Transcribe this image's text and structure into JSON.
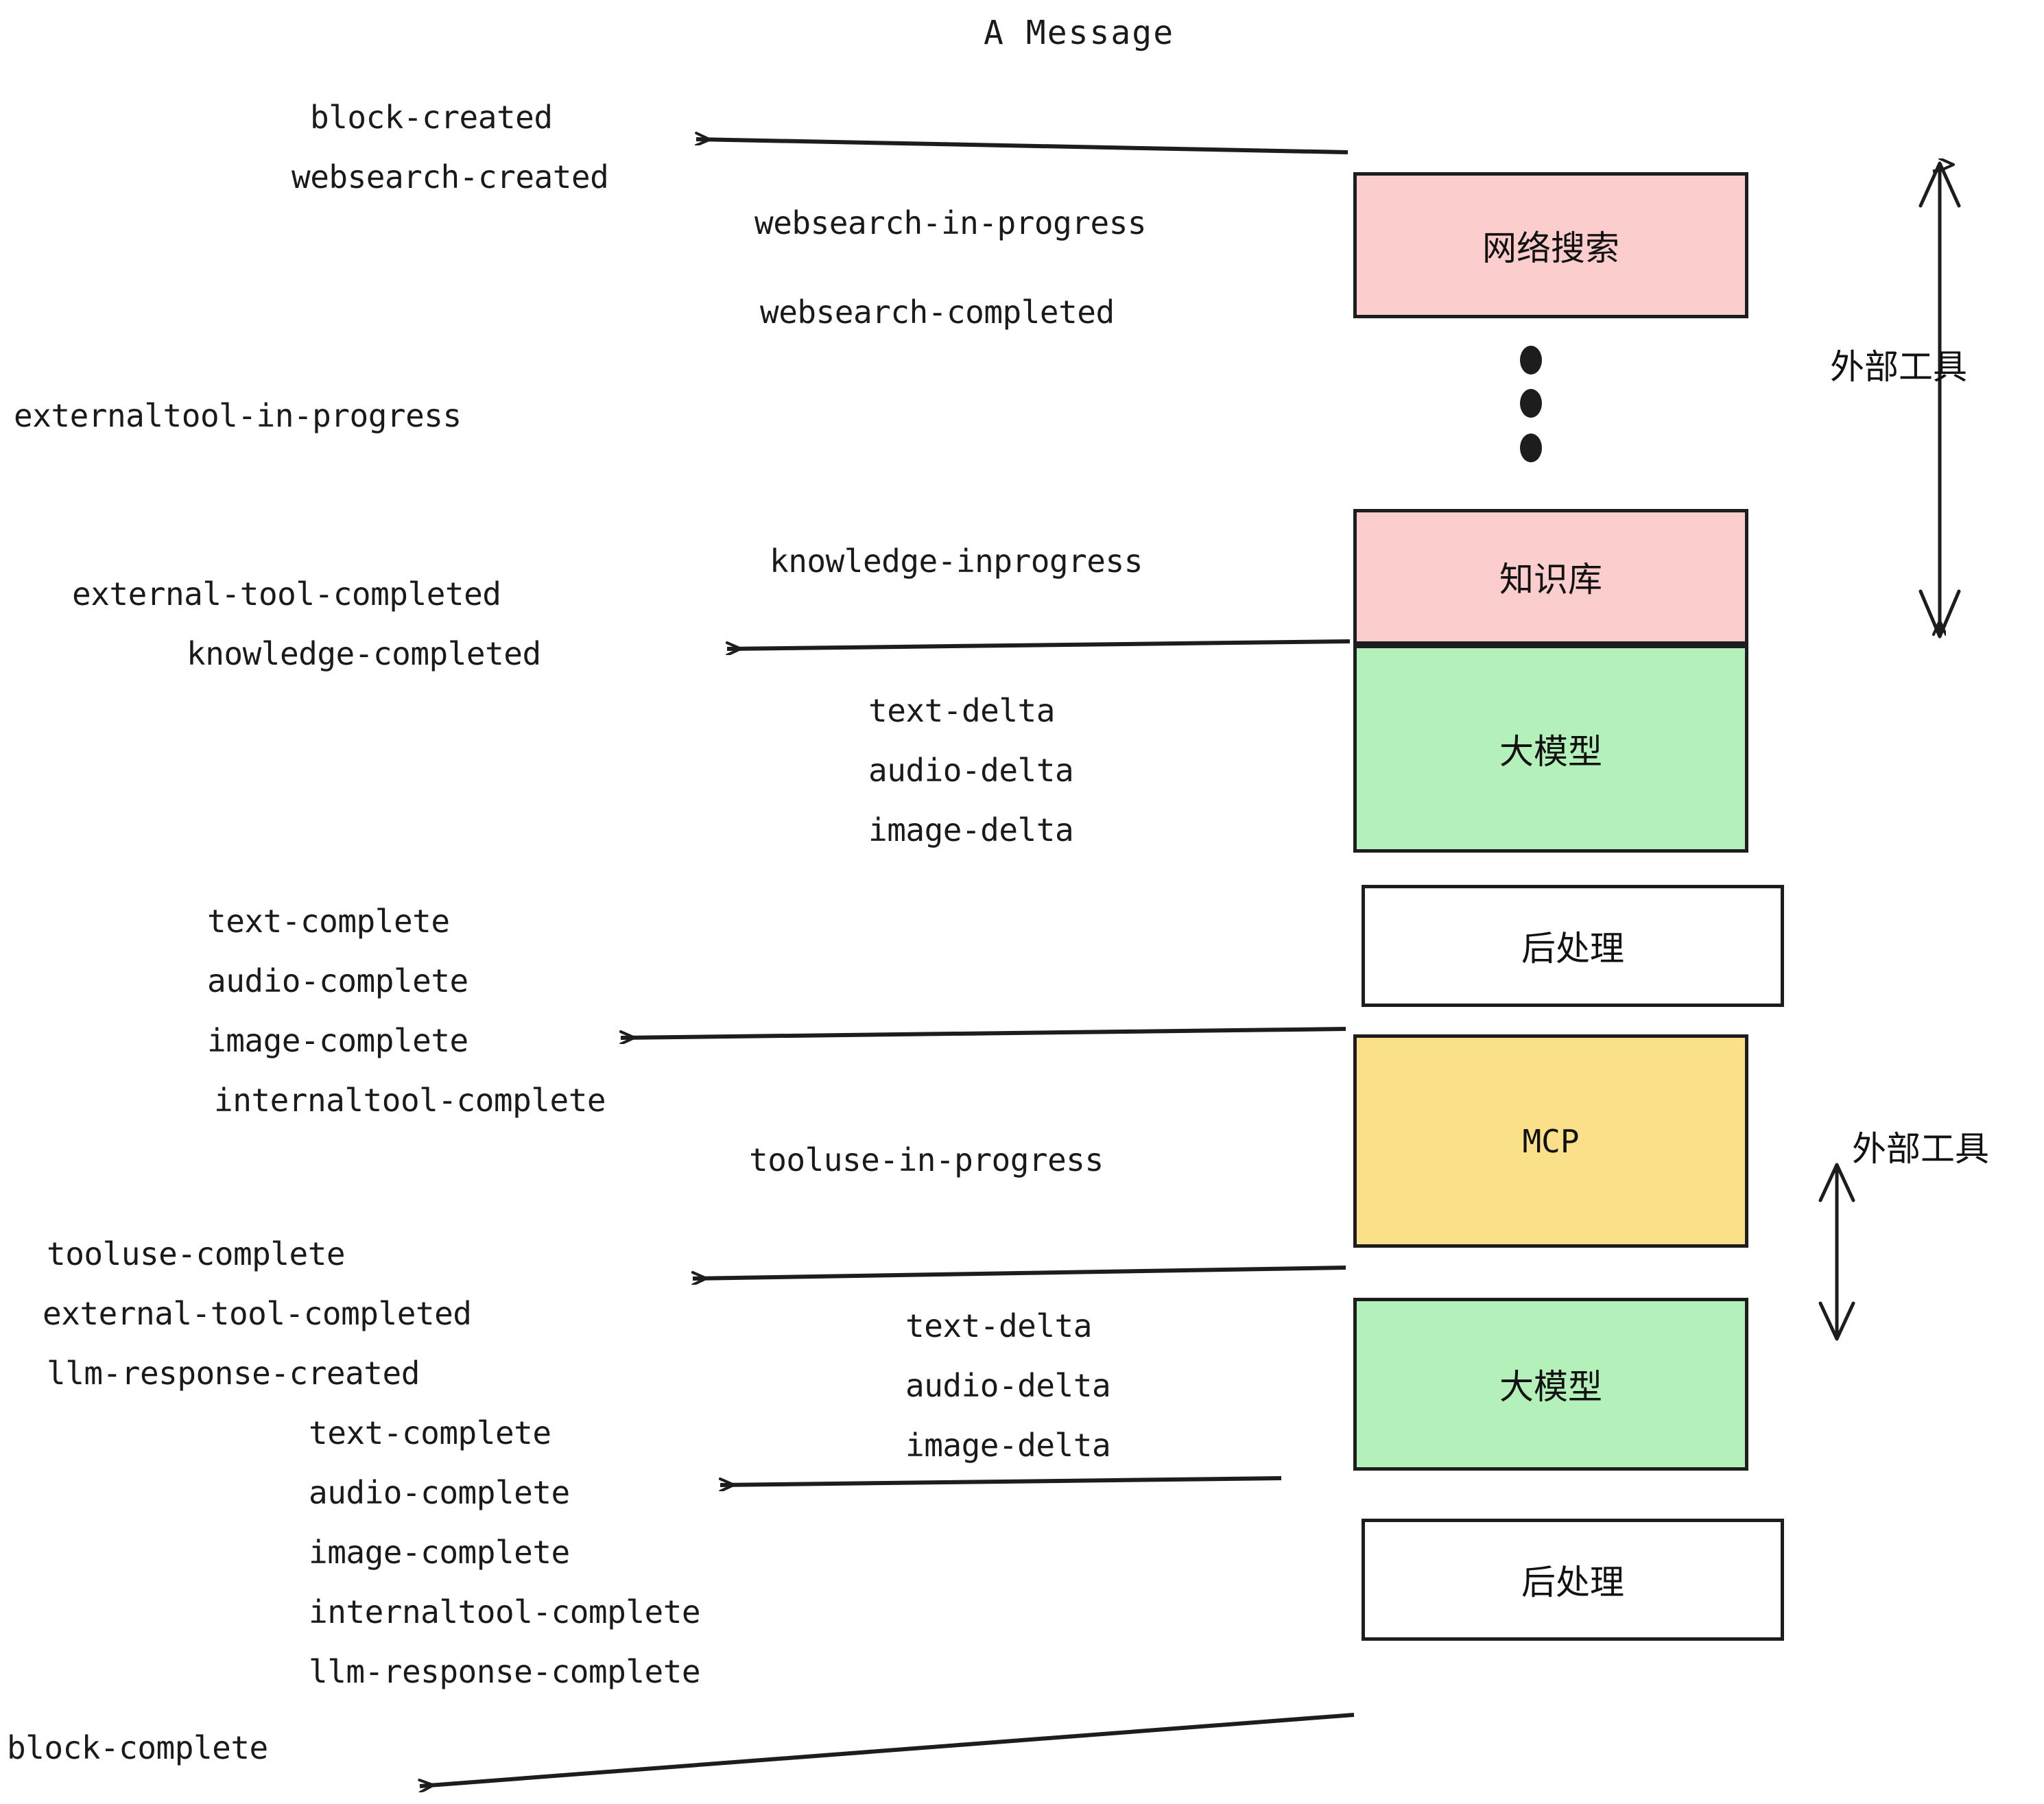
{
  "title": "A Message",
  "colors": {
    "external_tool_fill": "#fbcdcd",
    "llm_fill": "#b4f0b9",
    "mcp_fill": "#fbe08a",
    "postprocess_fill": "#ffffff",
    "stroke": "#1d1d1d",
    "text": "#1a1a1a",
    "background": "#ffffff"
  },
  "nodes": [
    {
      "id": "websearch",
      "label": "网络搜索",
      "kind": "external-tool",
      "fill": "#fbcdcd"
    },
    {
      "id": "knowledge",
      "label": "知识库",
      "kind": "external-tool",
      "fill": "#fbcdcd"
    },
    {
      "id": "llm-1",
      "label": "大模型",
      "kind": "llm",
      "fill": "#b4f0b9"
    },
    {
      "id": "postprocess-1",
      "label": "后处理",
      "kind": "postprocess",
      "fill": "#ffffff"
    },
    {
      "id": "mcp",
      "label": "MCP",
      "kind": "mcp",
      "fill": "#fbe08a"
    },
    {
      "id": "llm-2",
      "label": "大模型",
      "kind": "llm",
      "fill": "#b4f0b9"
    },
    {
      "id": "postprocess-2",
      "label": "后处理",
      "kind": "postprocess",
      "fill": "#ffffff"
    }
  ],
  "group_labels": [
    {
      "id": "external-tool-upper",
      "label": "外部工具"
    },
    {
      "id": "external-tool-lower",
      "label": "外部工具"
    }
  ],
  "events": [
    {
      "id": "e01",
      "text": "block-created"
    },
    {
      "id": "e02",
      "text": "websearch-created"
    },
    {
      "id": "e03",
      "text": "websearch-in-progress"
    },
    {
      "id": "e04",
      "text": "websearch-completed"
    },
    {
      "id": "e05",
      "text": "externaltool-in-progress"
    },
    {
      "id": "e06",
      "text": "knowledge-inprogress"
    },
    {
      "id": "e07",
      "text": "external-tool-completed"
    },
    {
      "id": "e08",
      "text": "knowledge-completed"
    },
    {
      "id": "e09",
      "text": "text-delta"
    },
    {
      "id": "e10",
      "text": "audio-delta"
    },
    {
      "id": "e11",
      "text": "image-delta"
    },
    {
      "id": "e12",
      "text": "text-complete"
    },
    {
      "id": "e13",
      "text": "audio-complete"
    },
    {
      "id": "e14",
      "text": "image-complete"
    },
    {
      "id": "e15",
      "text": "internaltool-complete"
    },
    {
      "id": "e16",
      "text": "tooluse-in-progress"
    },
    {
      "id": "e17",
      "text": "tooluse-complete"
    },
    {
      "id": "e18",
      "text": "external-tool-completed"
    },
    {
      "id": "e19",
      "text": "llm-response-created"
    },
    {
      "id": "e20",
      "text": "text-complete"
    },
    {
      "id": "e21",
      "text": "audio-complete"
    },
    {
      "id": "e22",
      "text": "image-complete"
    },
    {
      "id": "e23",
      "text": "internaltool-complete"
    },
    {
      "id": "e24",
      "text": "llm-response-complete"
    },
    {
      "id": "e25",
      "text": "block-complete"
    }
  ],
  "ellipsis": {
    "id": "vertical-ellipsis",
    "dots": 3
  }
}
